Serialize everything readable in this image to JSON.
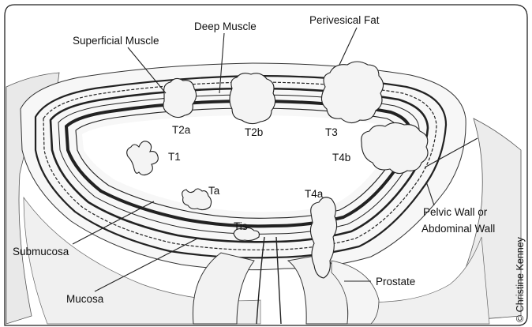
{
  "labels": {
    "deep_muscle": "Deep Muscle",
    "perivesical_fat": "Perivesical Fat",
    "superficial_muscle": "Superficial Muscle",
    "t2a": "T2a",
    "t2b": "T2b",
    "t3": "T3",
    "t1": "T1",
    "t4b": "T4b",
    "ta": "Ta",
    "t4a": "T4a",
    "tis": "Tis",
    "pelvic_wall_line1": "Pelvic Wall or",
    "pelvic_wall_line2": "Abdominal Wall",
    "submucosa": "Submucosa",
    "mucosa": "Mucosa",
    "prostate": "Prostate"
  },
  "credit": "© Christine Kenney",
  "colors": {
    "outline": "#222222",
    "background": "#ffffff",
    "tumor_fill": "#f4f4f4",
    "tissue_shade": "#bdbdbd"
  }
}
